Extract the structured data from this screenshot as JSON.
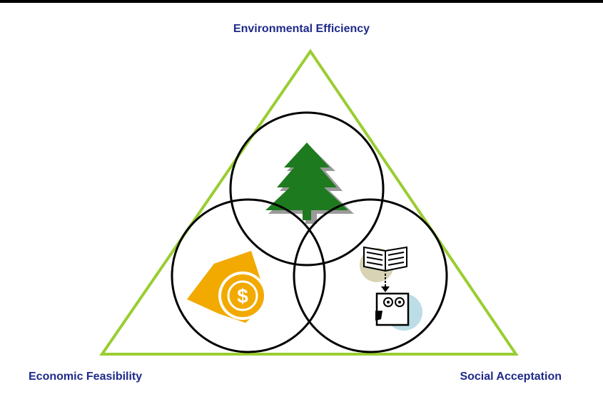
{
  "diagram": {
    "top_label": "Environmental Efficiency",
    "left_label": "Economic Feasibility",
    "right_label": "Social Acceptation",
    "icons": {
      "top": "pine-tree-icon",
      "left": "dollar-coin-icon",
      "right": "book-reader-icon"
    },
    "colors": {
      "label": "#1f2a8a",
      "triangle": "#9acd32",
      "circle": "#000000",
      "tree": "#1e7a1e",
      "money": "#f2a900",
      "reader_bg": "#bcdde6"
    }
  }
}
